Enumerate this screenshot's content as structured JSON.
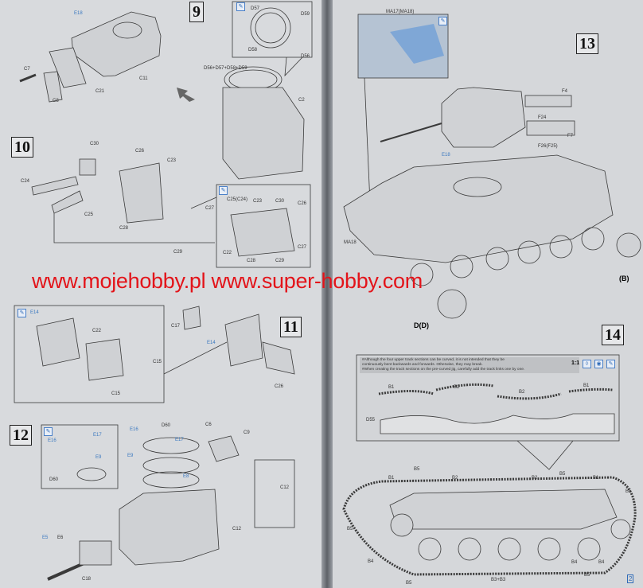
{
  "watermark": "www.mojehobby.pl www.super-hobby.com",
  "steps": {
    "s9": "9",
    "s10": "10",
    "s11": "11",
    "s12": "12",
    "s13": "13",
    "s14": "14"
  },
  "step14_notes": [
    "#Although the four upper track sections can be curved, it is not intended that they be",
    "continuously bent backwards and forwards. Otherwise, they may break.",
    "#When creating the track sections on the pre-curved jig, carefully add the track links one by one."
  ],
  "step14_scale": "1:1",
  "page_number": "2",
  "labels": [
    {
      "t": "E18",
      "blue": true
    },
    {
      "t": "C7"
    },
    {
      "t": "C8"
    },
    {
      "t": "C21"
    },
    {
      "t": "C11"
    },
    {
      "t": "D57"
    },
    {
      "t": "D59"
    },
    {
      "t": "D58"
    },
    {
      "t": "D56"
    },
    {
      "t": "D56+D57+D58+D59"
    },
    {
      "t": "C2"
    },
    {
      "t": "C30"
    },
    {
      "t": "C26"
    },
    {
      "t": "C23"
    },
    {
      "t": "C24"
    },
    {
      "t": "C25"
    },
    {
      "t": "C27"
    },
    {
      "t": "C28"
    },
    {
      "t": "C29"
    },
    {
      "t": "C25(C24)"
    },
    {
      "t": "C23"
    },
    {
      "t": "C30"
    },
    {
      "t": "C26"
    },
    {
      "t": "C22"
    },
    {
      "t": "C28"
    },
    {
      "t": "C29"
    },
    {
      "t": "C27"
    },
    {
      "t": "E14",
      "blue": true
    },
    {
      "t": "C22"
    },
    {
      "t": "C15"
    },
    {
      "t": "C15"
    },
    {
      "t": "C17"
    },
    {
      "t": "E14",
      "blue": true
    },
    {
      "t": "C26"
    },
    {
      "t": "E16",
      "blue": true
    },
    {
      "t": "E17",
      "blue": true
    },
    {
      "t": "E9",
      "blue": true
    },
    {
      "t": "D60"
    },
    {
      "t": "E16",
      "blue": true
    },
    {
      "t": "D60"
    },
    {
      "t": "E17",
      "blue": true
    },
    {
      "t": "E9",
      "blue": true
    },
    {
      "t": "E8",
      "blue": true
    },
    {
      "t": "C6"
    },
    {
      "t": "C9"
    },
    {
      "t": "C12"
    },
    {
      "t": "C12"
    },
    {
      "t": "E5",
      "blue": true
    },
    {
      "t": "E6"
    },
    {
      "t": "C18"
    },
    {
      "t": "MA17(MA18)"
    },
    {
      "t": "F4"
    },
    {
      "t": "F24"
    },
    {
      "t": "F7"
    },
    {
      "t": "F26(F25)"
    },
    {
      "t": "E18",
      "blue": true
    },
    {
      "t": "MA18"
    },
    {
      "t": "B1"
    },
    {
      "t": "B2"
    },
    {
      "t": "B2"
    },
    {
      "t": "B1"
    },
    {
      "t": "D55"
    },
    {
      "t": "B1"
    },
    {
      "t": "B5"
    },
    {
      "t": "B2"
    },
    {
      "t": "B2"
    },
    {
      "t": "B5"
    },
    {
      "t": "B1"
    },
    {
      "t": "B5"
    },
    {
      "t": "B5"
    },
    {
      "t": "B4"
    },
    {
      "t": "B5"
    },
    {
      "t": "B4"
    },
    {
      "t": "B3+B3"
    },
    {
      "t": "B5"
    },
    {
      "t": "B4"
    }
  ],
  "markers": {
    "d": "D",
    "b": "B"
  }
}
